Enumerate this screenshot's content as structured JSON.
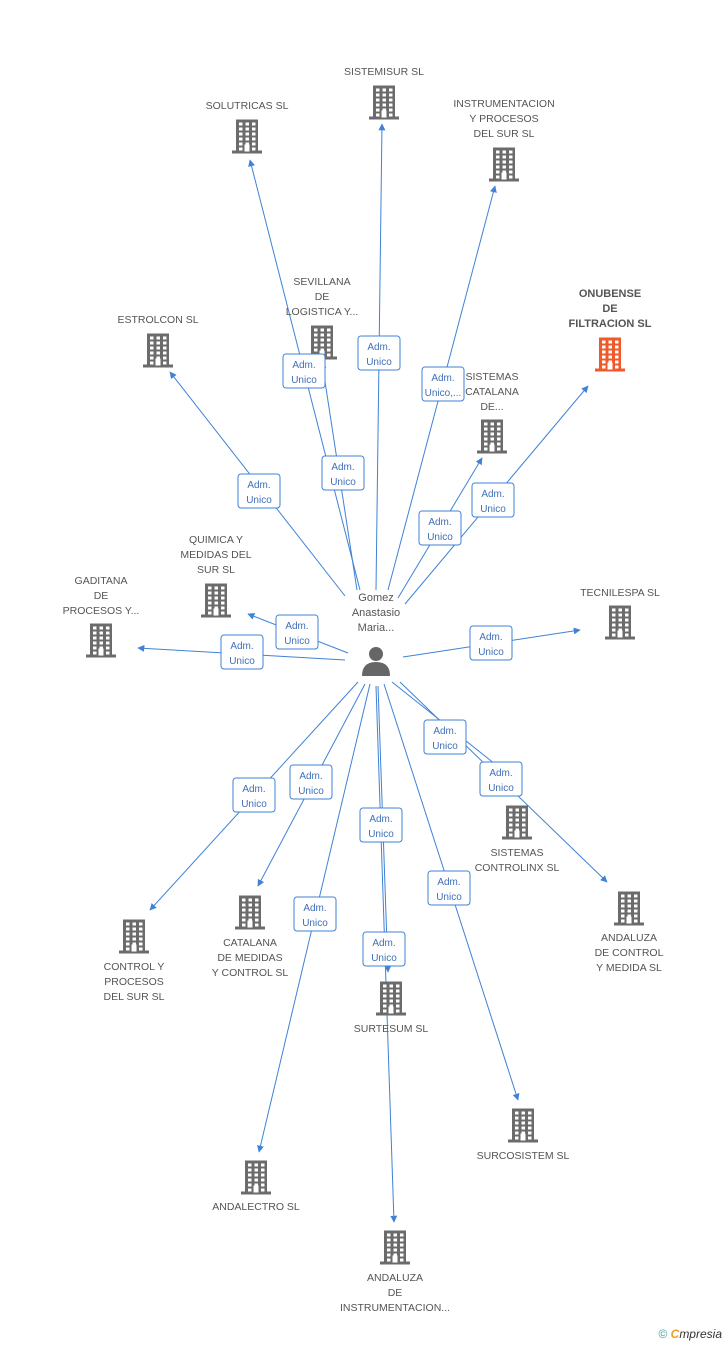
{
  "center": {
    "lines": [
      "Gomez",
      "Anastasio",
      "Maria..."
    ],
    "icon": "person-icon"
  },
  "relation_lines": [
    "Adm.",
    "Unico"
  ],
  "colors": {
    "edge": "#3f82d6",
    "building": "#6b6b6b",
    "highlight": "#f05a2a"
  },
  "companies": [
    {
      "id": "sistemisur",
      "lines": [
        "SISTEMISUR SL"
      ],
      "icon": "building-icon"
    },
    {
      "id": "solutricas",
      "lines": [
        "SOLUTRICAS SL"
      ],
      "icon": "building-icon"
    },
    {
      "id": "instrumentacion-procesos",
      "lines": [
        "INSTRUMENTACION",
        "Y PROCESOS",
        "DEL SUR SL"
      ],
      "icon": "building-icon"
    },
    {
      "id": "sevillana",
      "lines": [
        "SEVILLANA",
        "DE",
        "LOGISTICA Y..."
      ],
      "icon": "building-icon"
    },
    {
      "id": "estrolcon",
      "lines": [
        "ESTROLCON SL"
      ],
      "icon": "building-icon"
    },
    {
      "id": "onubense",
      "lines": [
        "ONUBENSE",
        "DE",
        "FILTRACION SL"
      ],
      "icon": "building-icon",
      "highlight": true
    },
    {
      "id": "sistemas-catalana",
      "lines": [
        "SISTEMAS",
        "CATALANA",
        "DE..."
      ],
      "icon": "building-icon"
    },
    {
      "id": "quimica",
      "lines": [
        "QUIMICA Y",
        "MEDIDAS DEL",
        "SUR SL"
      ],
      "icon": "building-icon"
    },
    {
      "id": "gaditana",
      "lines": [
        "GADITANA",
        "DE",
        "PROCESOS Y..."
      ],
      "icon": "building-icon"
    },
    {
      "id": "tecnilespa",
      "lines": [
        "TECNILESPA SL"
      ],
      "icon": "building-icon"
    },
    {
      "id": "sistemas-controlinx",
      "lines": [
        "SISTEMAS",
        "CONTROLINX SL"
      ],
      "icon": "building-icon"
    },
    {
      "id": "andaluza-control",
      "lines": [
        "ANDALUZA",
        "DE CONTROL",
        "Y MEDIDA SL"
      ],
      "icon": "building-icon"
    },
    {
      "id": "control-procesos",
      "lines": [
        "CONTROL Y",
        "PROCESOS",
        "DEL SUR SL"
      ],
      "icon": "building-icon"
    },
    {
      "id": "catalana-medidas",
      "lines": [
        "CATALANA",
        "DE MEDIDAS",
        "Y CONTROL SL"
      ],
      "icon": "building-icon"
    },
    {
      "id": "surtesum",
      "lines": [
        "SURTESUM SL"
      ],
      "icon": "building-icon"
    },
    {
      "id": "surcosistem",
      "lines": [
        "SURCOSISTEM SL"
      ],
      "icon": "building-icon"
    },
    {
      "id": "andalectro",
      "lines": [
        "ANDALECTRO SL"
      ],
      "icon": "building-icon"
    },
    {
      "id": "andaluza-instrumentacion",
      "lines": [
        "ANDALUZA",
        "DE",
        "INSTRUMENTACION..."
      ],
      "icon": "building-icon"
    }
  ],
  "edges": [
    {
      "to": "sistemisur",
      "lines": [
        "Adm.",
        "Unico"
      ]
    },
    {
      "to": "solutricas",
      "lines": [
        "Adm.",
        "Unico"
      ]
    },
    {
      "to": "instrumentacion-procesos",
      "lines": [
        "Adm.",
        "Unico,..."
      ]
    },
    {
      "to": "sevillana",
      "lines": [
        "Adm.",
        "Unico"
      ]
    },
    {
      "to": "estrolcon",
      "lines": [
        "Adm.",
        "Unico"
      ]
    },
    {
      "to": "onubense",
      "lines": [
        "Adm.",
        "Unico"
      ]
    },
    {
      "to": "sistemas-catalana",
      "lines": [
        "Adm.",
        "Unico"
      ]
    },
    {
      "to": "quimica",
      "lines": [
        "Adm.",
        "Unico"
      ]
    },
    {
      "to": "gaditana",
      "lines": [
        "Adm.",
        "Unico"
      ]
    },
    {
      "to": "tecnilespa",
      "lines": [
        "Adm.",
        "Unico"
      ]
    },
    {
      "to": "sistemas-controlinx",
      "lines": [
        "Adm.",
        "Unico"
      ]
    },
    {
      "to": "andaluza-control",
      "lines": [
        "Adm.",
        "Unico"
      ]
    },
    {
      "to": "control-procesos",
      "lines": [
        "Adm.",
        "Unico"
      ]
    },
    {
      "to": "catalana-medidas",
      "lines": [
        "Adm.",
        "Unico"
      ]
    },
    {
      "to": "surtesum",
      "lines": [
        "Adm.",
        "Unico"
      ]
    },
    {
      "to": "surcosistem",
      "lines": [
        "Adm.",
        "Unico"
      ]
    },
    {
      "to": "andalectro",
      "lines": [
        "Adm.",
        "Unico"
      ]
    },
    {
      "to": "andaluza-instrumentacion",
      "lines": [
        "Adm.",
        "Unico"
      ]
    }
  ],
  "footer": {
    "copyright": "©",
    "brand_initial": "C",
    "brand_rest": "mpresia"
  }
}
